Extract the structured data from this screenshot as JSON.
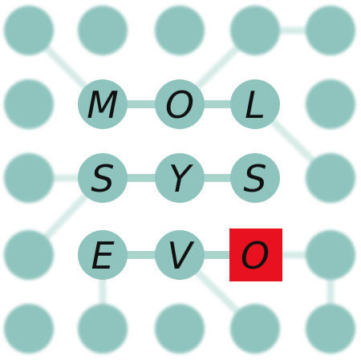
{
  "logo": {
    "letters": [
      "M",
      "O",
      "L",
      "S",
      "Y",
      "S",
      "E",
      "V",
      "O"
    ],
    "colors": {
      "node": "#8fc4be",
      "edge": "#a9d3cd",
      "edge_faint": "#d7ebe8",
      "highlight": "#e8111f",
      "text": "#111111"
    }
  }
}
